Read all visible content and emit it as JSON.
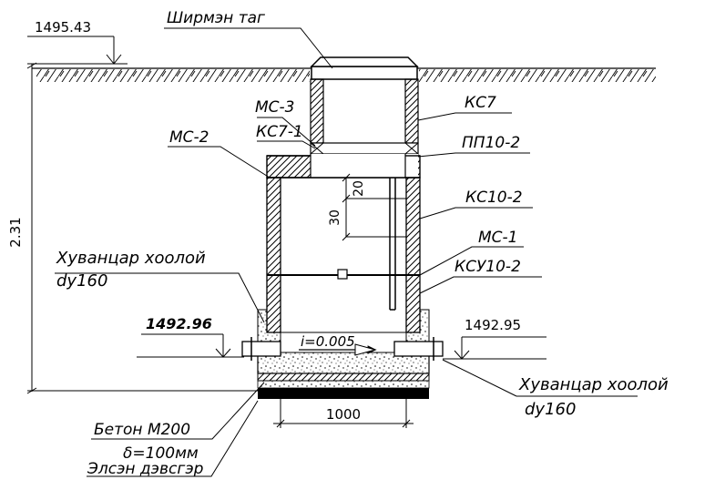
{
  "elevations": {
    "top": "1495.43",
    "inlet": "1492.96",
    "outlet": "1492.95"
  },
  "depth": "2.31",
  "labels": {
    "cover": "Ширмэн таг",
    "ms3": "МС-3",
    "kc7_1": "КС7-1",
    "ms2": "МС-2",
    "kc7": "КС7",
    "pp10_2": "ПП10-2",
    "kc10_2": "КС10-2",
    "ms1": "МС-1",
    "ksu10_2": "КСУ10-2",
    "pipe_in": "Хуванцар хоолой",
    "pipe_in_dia": "dy160",
    "pipe_out": "Хуванцар хоолой",
    "pipe_out_dia": "dy160",
    "concrete": "Бетон М200",
    "thickness": "δ=100мм",
    "sand": "Элсэн дэвсгэр"
  },
  "dimensions": {
    "step_20": "20",
    "step_30": "30",
    "base_width": "1000",
    "slope": "i=0.005"
  }
}
